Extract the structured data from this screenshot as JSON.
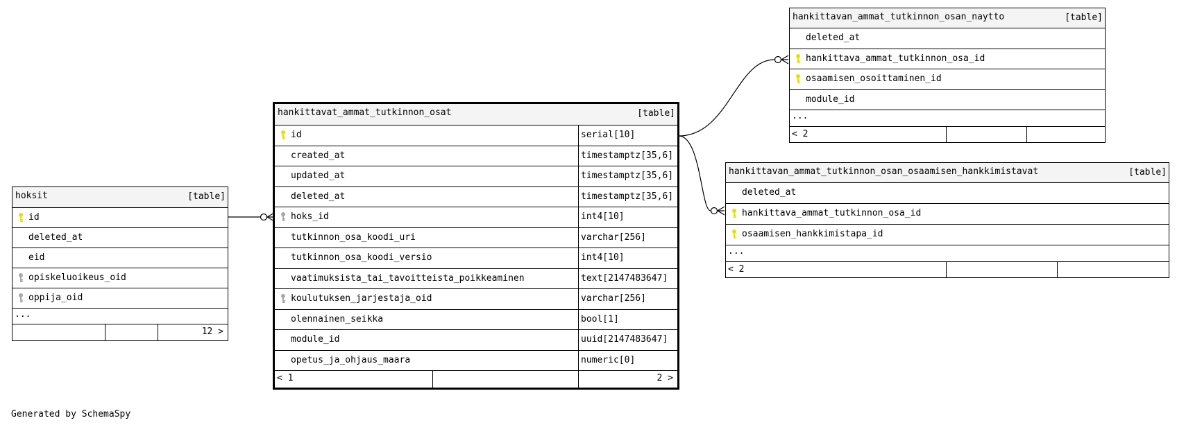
{
  "colors": {
    "pk_key": "#e8e000",
    "fk_key": "#a8a8a8",
    "header_bg": "#f4f4f4"
  },
  "tables": {
    "hoksit": {
      "name": "hoksit",
      "tag": "[table]",
      "columns": [
        {
          "name": "id",
          "key": "pk"
        },
        {
          "name": "deleted_at",
          "key": ""
        },
        {
          "name": "eid",
          "key": ""
        },
        {
          "name": "opiskeluoikeus_oid",
          "key": "fk"
        },
        {
          "name": "oppija_oid",
          "key": "fk"
        }
      ],
      "more": "...",
      "footer_left": "",
      "footer_right": "12 >"
    },
    "main": {
      "name": "hankittavat_ammat_tutkinnon_osat",
      "tag": "[table]",
      "columns": [
        {
          "name": "id",
          "type": "serial[10]",
          "key": "pk"
        },
        {
          "name": "created_at",
          "type": "timestamptz[35,6]",
          "key": ""
        },
        {
          "name": "updated_at",
          "type": "timestamptz[35,6]",
          "key": ""
        },
        {
          "name": "deleted_at",
          "type": "timestamptz[35,6]",
          "key": ""
        },
        {
          "name": "hoks_id",
          "type": "int4[10]",
          "key": "fk"
        },
        {
          "name": "tutkinnon_osa_koodi_uri",
          "type": "varchar[256]",
          "key": ""
        },
        {
          "name": "tutkinnon_osa_koodi_versio",
          "type": "int4[10]",
          "key": ""
        },
        {
          "name": "vaatimuksista_tai_tavoitteista_poikkeaminen",
          "type": "text[2147483647]",
          "key": ""
        },
        {
          "name": "koulutuksen_jarjestaja_oid",
          "type": "varchar[256]",
          "key": "fk"
        },
        {
          "name": "olennainen_seikka",
          "type": "bool[1]",
          "key": ""
        },
        {
          "name": "module_id",
          "type": "uuid[2147483647]",
          "key": ""
        },
        {
          "name": "opetus_ja_ohjaus_maara",
          "type": "numeric[0]",
          "key": ""
        }
      ],
      "footer_left": "< 1",
      "footer_right": "2 >"
    },
    "naytto": {
      "name": "hankittavan_ammat_tutkinnon_osan_naytto",
      "tag": "[table]",
      "columns": [
        {
          "name": "deleted_at",
          "key": ""
        },
        {
          "name": "hankittava_ammat_tutkinnon_osa_id",
          "key": "pk"
        },
        {
          "name": "osaamisen_osoittaminen_id",
          "key": "pk"
        },
        {
          "name": "module_id",
          "key": ""
        }
      ],
      "more": "...",
      "footer_left": "< 2",
      "footer_right": ""
    },
    "hankkimistavat": {
      "name": "hankittavan_ammat_tutkinnon_osan_osaamisen_hankkimistavat",
      "tag": "[table]",
      "columns": [
        {
          "name": "deleted_at",
          "key": ""
        },
        {
          "name": "hankittava_ammat_tutkinnon_osa_id",
          "key": "pk"
        },
        {
          "name": "osaamisen_hankkimistapa_id",
          "key": "pk"
        }
      ],
      "more": "...",
      "footer_left": "< 2",
      "footer_right": ""
    }
  },
  "generated_by": "Generated by SchemaSpy"
}
